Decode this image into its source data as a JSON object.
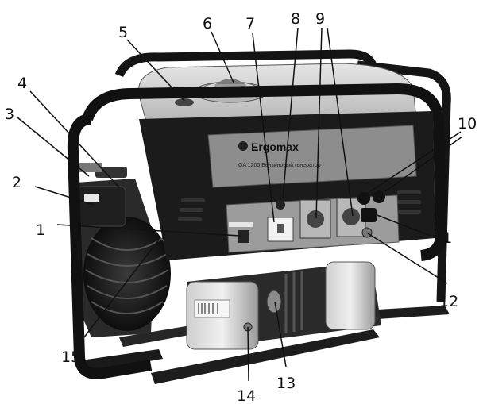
{
  "brand_label": "Ergomax",
  "model_label": "GA 1200 Бензиновый генератор",
  "callouts": [
    {
      "n": "1"
    },
    {
      "n": "2"
    },
    {
      "n": "3"
    },
    {
      "n": "4"
    },
    {
      "n": "5"
    },
    {
      "n": "6"
    },
    {
      "n": "7"
    },
    {
      "n": "8"
    },
    {
      "n": "9"
    },
    {
      "n": "10"
    },
    {
      "n": "11"
    },
    {
      "n": "12"
    },
    {
      "n": "13"
    },
    {
      "n": "14"
    },
    {
      "n": "15"
    }
  ]
}
